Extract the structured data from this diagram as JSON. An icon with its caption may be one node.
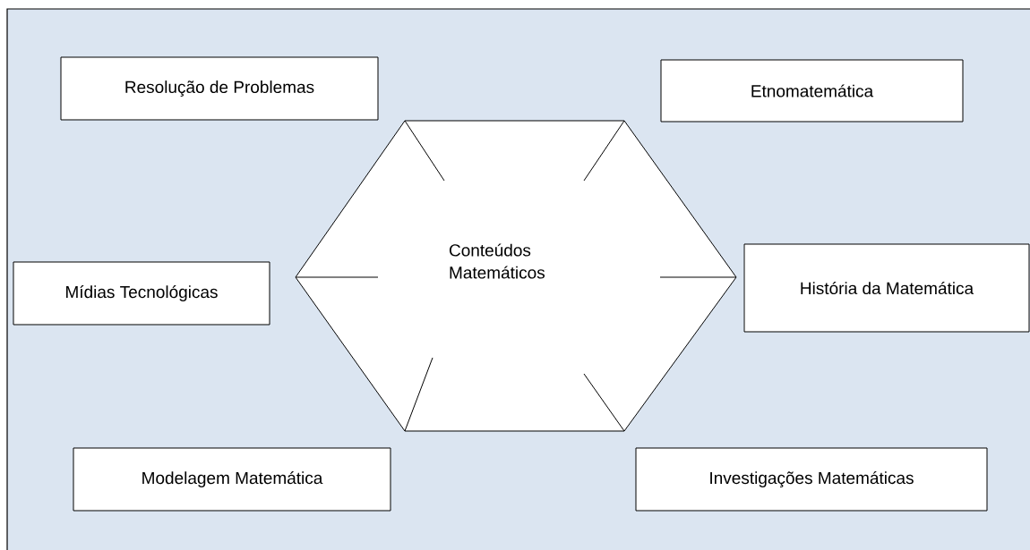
{
  "diagram": {
    "nodes": [
      {
        "text": [
          "Resolução de Problemas"
        ]
      },
      {
        "text": [
          "Etnomatemática"
        ]
      },
      {
        "text": [
          "Conteúdos Matemáticos"
        ]
      },
      {
        "text": [
          "Mídias Tecnológicas"
        ]
      },
      {
        "text": [
          "História da Matemática"
        ]
      },
      {
        "text": [
          "Modelagem Matemática"
        ]
      },
      {
        "text": [
          "Investigações Matemáticas"
        ]
      }
    ]
  }
}
